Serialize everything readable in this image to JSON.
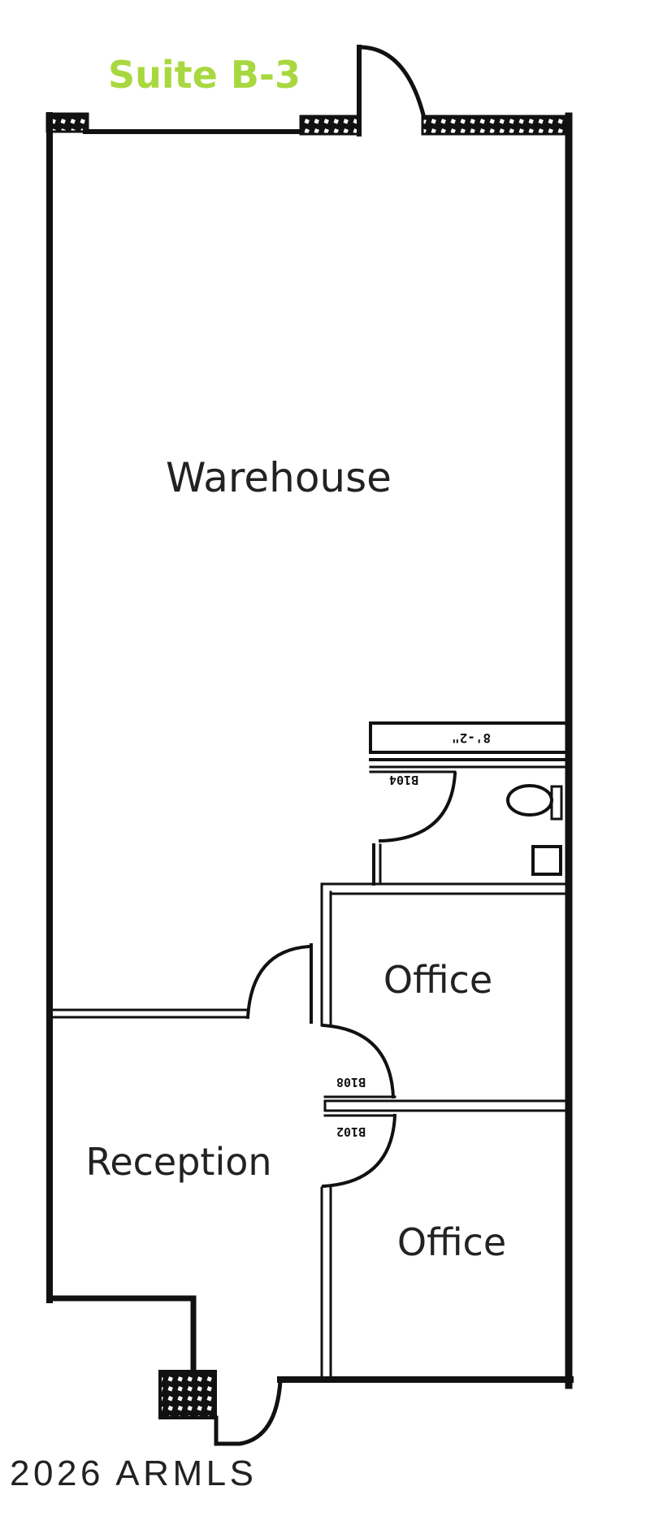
{
  "title": "Suite B-3",
  "colors": {
    "suite_label": "#a8d840",
    "walls": "#111111",
    "text": "#222222",
    "background": "#ffffff"
  },
  "rooms": [
    {
      "id": "warehouse",
      "label": "Warehouse"
    },
    {
      "id": "office-1",
      "label": "Office"
    },
    {
      "id": "office-2",
      "label": "Office"
    },
    {
      "id": "reception",
      "label": "Reception"
    },
    {
      "id": "restroom",
      "label": ""
    }
  ],
  "door_labels": {
    "restroom": "B104",
    "office_1": "B108",
    "office_2": "B102"
  },
  "dimension_label": "8'-2\"",
  "watermark": "2026 ARMLS"
}
